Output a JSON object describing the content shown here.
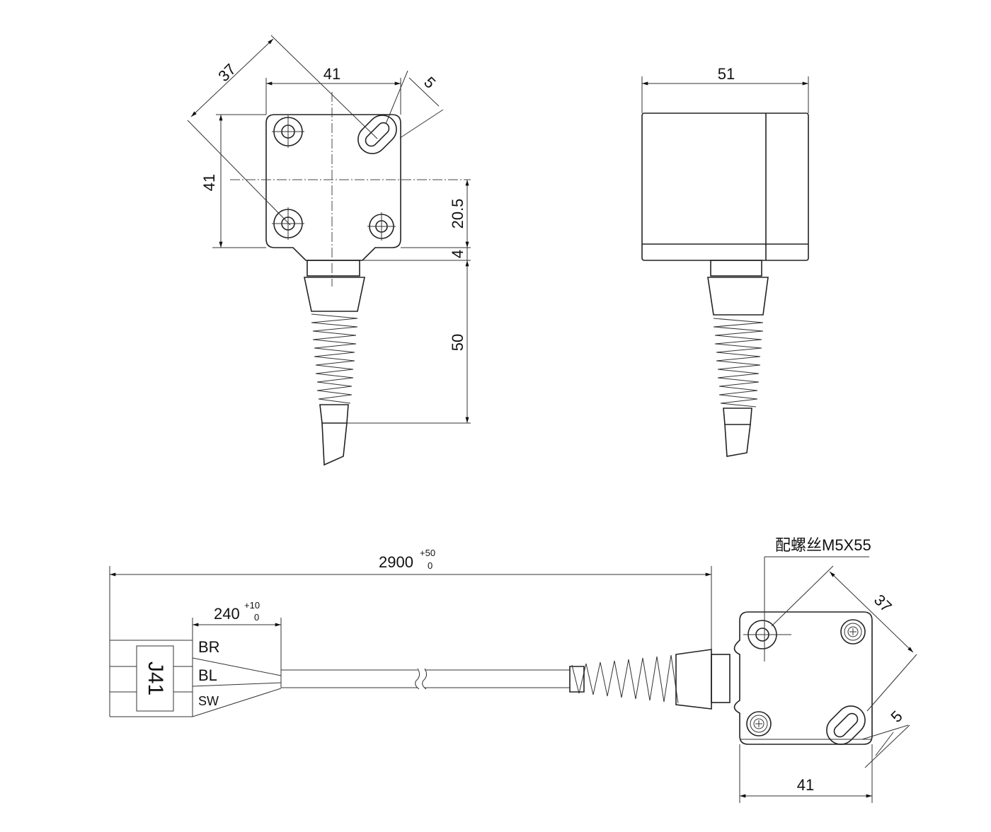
{
  "top_view": {
    "dim_diag": "37",
    "dim_width": "41",
    "dim_slot": "5",
    "dim_height": "41",
    "dim_center": "20.5",
    "dim_gap": "4",
    "dim_boot": "50"
  },
  "side_view": {
    "dim_width": "51"
  },
  "assembly": {
    "cable_length": "2900",
    "cable_tol_upper": "+50",
    "cable_tol_lower": "0",
    "lead_length": "240",
    "lead_tol_upper": "+10",
    "lead_tol_lower": "0",
    "wires": [
      "BR",
      "BL",
      "SW"
    ],
    "connector_label": "J41",
    "screw_note": "配螺丝M5X55",
    "dim_diag": "37",
    "dim_slot": "5",
    "dim_width": "41"
  },
  "colors": {
    "line": "#222222",
    "background": "#ffffff"
  }
}
